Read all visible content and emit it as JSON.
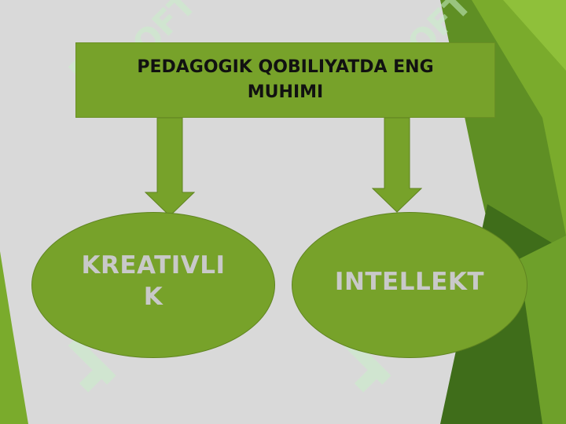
{
  "title": "PEDAGOGIK QOBILIYATDA ENG MUHIMI",
  "nodes": {
    "left": "KREATIVLIK",
    "right": "INTELLEKT"
  },
  "watermark": "SOFT",
  "colors": {
    "background": "#d9d9d9",
    "box_fill": "#77a22a",
    "accent_dark": "#4e7a1c",
    "accent_light": "#8dbb2e",
    "title_text": "#111111",
    "oval_text": "#c9c9c9"
  }
}
